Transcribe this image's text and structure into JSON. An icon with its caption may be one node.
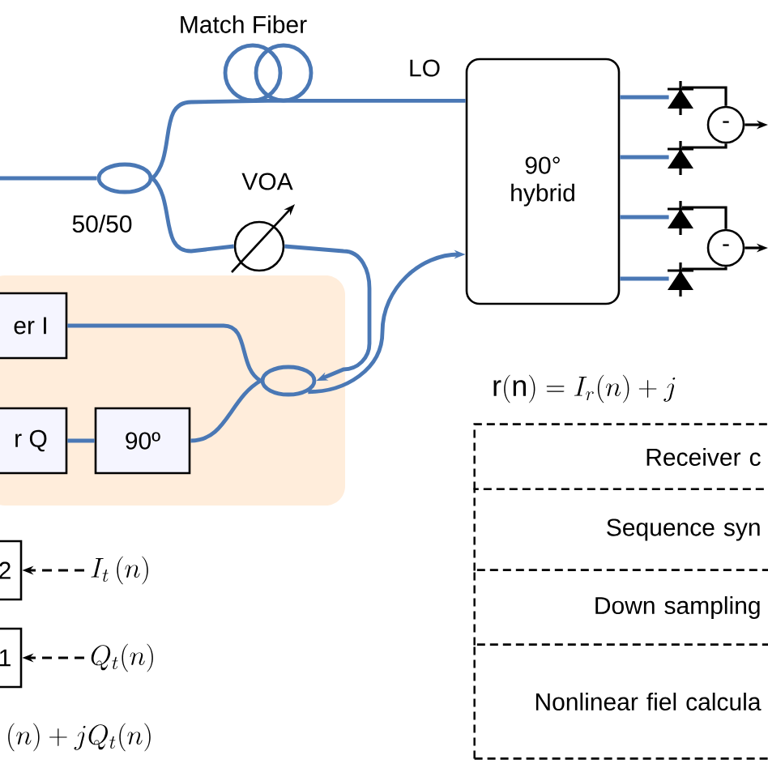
{
  "diagram": {
    "nodes": [
      {
        "text": [
          "Match Fiber"
        ]
      },
      {
        "text": [],
        "shape": "ellipse",
        "beside": [
          "50/50"
        ]
      },
      {
        "text": [
          "VOA"
        ]
      },
      {
        "text": [
          "90° hybrid"
        ]
      },
      {
        "text": [],
        "shape": "box"
      },
      {
        "text": [
          "er I"
        ],
        "in": 4
      },
      {
        "text": [
          "r Q"
        ],
        "in": 4
      },
      {
        "text": [
          "90º"
        ],
        "in": 4
      },
      {
        "text": [],
        "shape": "ellipse",
        "in": 4
      },
      {
        "text": [],
        "shape": "diode"
      },
      {
        "text": [],
        "shape": "diode"
      },
      {
        "text": [],
        "shape": "diode"
      },
      {
        "text": [],
        "shape": "diode"
      },
      {
        "text": [
          "-"
        ]
      },
      {
        "text": [
          "-"
        ]
      },
      {
        "text": [
          "2"
        ]
      },
      {
        "text": [
          "1"
        ]
      },
      {
        "text": [
          "I_t\\,(n)"
        ]
      },
      {
        "text": [
          "Q_t(n)"
        ]
      },
      {
        "text": [
          "Receiver c"
        ]
      },
      {
        "text": [
          "Sequence syn"
        ]
      },
      {
        "text": [
          "Down sampling"
        ]
      },
      {
        "text": [
          "Nonlinear fiel calcula"
        ]
      }
    ],
    "edges": [
      {
        "from": null,
        "to": 1,
        "arrow": "none"
      },
      {
        "from": 1,
        "to": 0,
        "arrow": "none"
      },
      {
        "from": 0,
        "to": 3,
        "arrow": "none",
        "label": "LO"
      },
      {
        "from": 1,
        "to": 2,
        "arrow": "none"
      },
      {
        "from": 2,
        "to": 8,
        "arrow": "to"
      },
      {
        "from": 5,
        "to": 8,
        "arrow": "none"
      },
      {
        "from": 6,
        "to": 7,
        "arrow": "none"
      },
      {
        "from": 7,
        "to": 8,
        "arrow": "none"
      },
      {
        "from": 8,
        "to": 3,
        "arrow": "to"
      },
      {
        "from": 3,
        "to": 9,
        "arrow": "none"
      },
      {
        "from": 3,
        "to": 10,
        "arrow": "none"
      },
      {
        "from": 3,
        "to": 11,
        "arrow": "none"
      },
      {
        "from": 3,
        "to": 12,
        "arrow": "none"
      },
      {
        "from": 9,
        "to": 13,
        "arrow": "none",
        "color": "#000000"
      },
      {
        "from": 10,
        "to": 13,
        "arrow": "none",
        "color": "#000000"
      },
      {
        "from": 11,
        "to": 14,
        "arrow": "none",
        "color": "#000000"
      },
      {
        "from": 12,
        "to": 14,
        "arrow": "none",
        "color": "#000000"
      },
      {
        "from": 13,
        "to": null,
        "arrow": "to",
        "color": "#000000"
      },
      {
        "from": 14,
        "to": null,
        "arrow": "to",
        "color": "#000000"
      },
      {
        "from": 17,
        "to": 15,
        "arrow": "to",
        "style": "dashed",
        "color": "#000000"
      },
      {
        "from": 18,
        "to": 16,
        "arrow": "to",
        "style": "dashed",
        "color": "#000000"
      }
    ],
    "labels": [
      "\\mathrm{r(n)} = I_r(n) + j",
      "(n) + jQ_t(n)"
    ]
  }
}
